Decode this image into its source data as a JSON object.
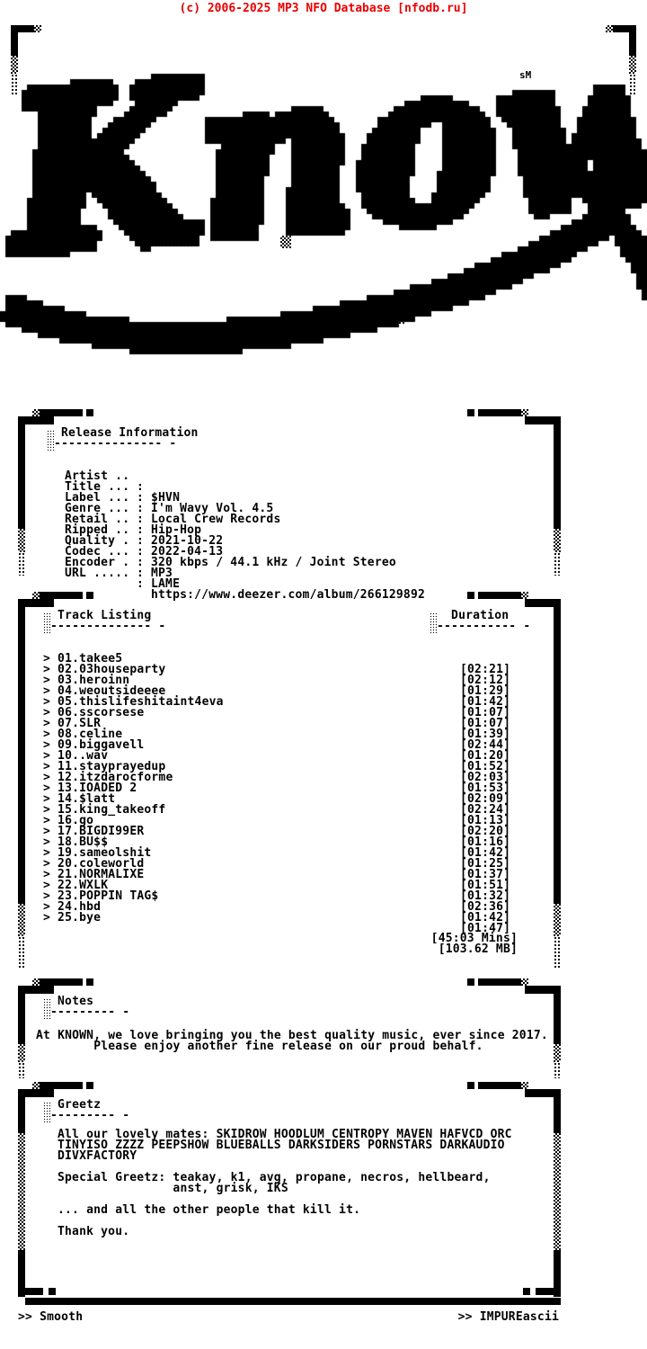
{
  "header": {
    "copyright": "(c) 2006-2025 MP3 NFO Database [nfodb.ru]",
    "color": "#e80000"
  },
  "logo": {
    "word": "Known",
    "sm": "sM"
  },
  "boxes": {
    "release": {
      "heading_lines": [
        " Release Information",
        "--------------- -"
      ],
      "sep": ":",
      "fields": [
        {
          "label": "Artist ..",
          "value": "$HVN"
        },
        {
          "label": "Title ...",
          "value": "I'm Wavy Vol. 4.5"
        },
        {
          "label": "Label ...",
          "value": "Local Crew Records"
        },
        {
          "label": "Genre ...",
          "value": "Hip-Hop"
        },
        {
          "label": "Retail ..",
          "value": "2021-10-22"
        },
        {
          "label": "Ripped ..",
          "value": "2022-04-13"
        },
        {
          "label": "Quality .",
          "value": "320 kbps / 44.1 kHz / Joint Stereo"
        },
        {
          "label": "Codec ...",
          "value": "MP3"
        },
        {
          "label": "Encoder .",
          "value": "LAME"
        },
        {
          "label": "URL .....",
          "value": "https://www.deezer.com/album/266129892"
        }
      ]
    },
    "tracks": {
      "heading_lines": [
        " Track Listing",
        "-------------- -"
      ],
      "duration_lines": [
        "  Duration",
        "----------- -"
      ],
      "items": [
        {
          "line": "> 01.takee5",
          "duration": "[02:21]"
        },
        {
          "line": "> 02.03houseparty",
          "duration": "[02:12]"
        },
        {
          "line": "> 03.heroinn",
          "duration": "[01:29]"
        },
        {
          "line": "> 04.weoutsideeee",
          "duration": "[01:42]"
        },
        {
          "line": "> 05.thislifeshitaint4eva",
          "duration": "[01:07]"
        },
        {
          "line": "> 06.sscorsese",
          "duration": "[01:07]"
        },
        {
          "line": "> 07.SLR",
          "duration": "[01:39]"
        },
        {
          "line": "> 08.celine",
          "duration": "[02:44]"
        },
        {
          "line": "> 09.biggavell",
          "duration": "[01:20]"
        },
        {
          "line": "> 10..wav",
          "duration": "[01:52]"
        },
        {
          "line": "> 11.stayprayedup",
          "duration": "[02:03]"
        },
        {
          "line": "> 12.itzdarocforme",
          "duration": "[01:53]"
        },
        {
          "line": "> 13.IOADED 2",
          "duration": "[02:09]"
        },
        {
          "line": "> 14.$latt",
          "duration": "[02:24]"
        },
        {
          "line": "> 15.king_takeoff",
          "duration": "[01:13]"
        },
        {
          "line": "> 16.go",
          "duration": "[02:20]"
        },
        {
          "line": "> 17.BIGDI99ER",
          "duration": "[01:16]"
        },
        {
          "line": "> 18.BU$$",
          "duration": "[01:42]"
        },
        {
          "line": "> 19.sameolshit",
          "duration": "[01:25]"
        },
        {
          "line": "> 20.coleworld",
          "duration": "[01:37]"
        },
        {
          "line": "> 21.NORMALIXE",
          "duration": "[01:51]"
        },
        {
          "line": "> 22.WXLK",
          "duration": "[01:32]"
        },
        {
          "line": "> 23.POPPIN TAG$",
          "duration": "[02:36]"
        },
        {
          "line": "> 24.hbd",
          "duration": "[01:42]"
        },
        {
          "line": "> 25.bye",
          "duration": "[01:47]"
        }
      ],
      "totals": [
        "[45:03 Mins]",
        "[103.62 MB]"
      ]
    },
    "notes": {
      "heading_lines": [
        " Notes",
        "--------- -"
      ],
      "lines": [
        "At KNOWN, we love bringing you the best quality music, ever since 2017.",
        "        Please enjoy another fine release on our proud behalf."
      ]
    },
    "greetz": {
      "heading_lines": [
        " Greetz",
        "--------- -"
      ],
      "lines": [
        "All our lovely mates: SKIDROW HOODLUM CENTROPY MAVEN HAFVCD ORC",
        "TINYISO ZZZZ PEEPSHOW BLUEBALLS DARKSIDERS PORNSTARS DARKAUDIO",
        "DIVXFACTORY",
        "",
        "Special Greetz: teakay, k1, avg, propane, necros, hellbeard,",
        "                anst, grisk, IKS",
        "",
        "... and all the other people that kill it.",
        "",
        "Thank you."
      ]
    }
  },
  "footer": {
    "left": ">> Smooth",
    "right": ">> IMPUREascii"
  }
}
